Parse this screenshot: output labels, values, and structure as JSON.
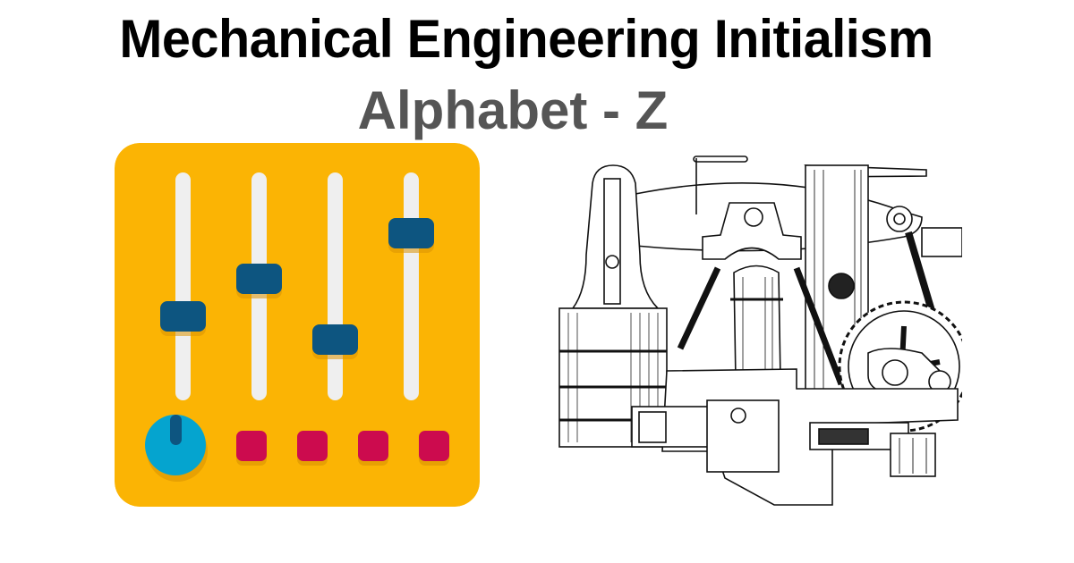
{
  "header": {
    "title": "Mechanical Engineering Initialism",
    "subtitle": "Alphabet - Z"
  },
  "colors": {
    "title": "#000000",
    "subtitle": "#555555",
    "panel_bg": "#FBB404",
    "slider_track": "#EFEFEF",
    "slider_knob": "#0D5580",
    "dial": "#05A4CF",
    "dial_pointer": "#0D5580",
    "button": "#CC0B4E",
    "shadow": "#DB9403"
  },
  "mixer_icon": {
    "icon": "mixer-sliders-icon",
    "sliders": [
      {
        "position_pct": 64
      },
      {
        "position_pct": 47
      },
      {
        "position_pct": 75
      },
      {
        "position_pct": 27
      }
    ],
    "dial": {
      "icon": "dial-knob-icon"
    },
    "buttons": [
      {
        "icon": "square-button-icon"
      },
      {
        "icon": "square-button-icon"
      },
      {
        "icon": "square-button-icon"
      },
      {
        "icon": "square-button-icon"
      }
    ]
  },
  "illustration": {
    "icon": "steam-beam-engine-illustration"
  }
}
